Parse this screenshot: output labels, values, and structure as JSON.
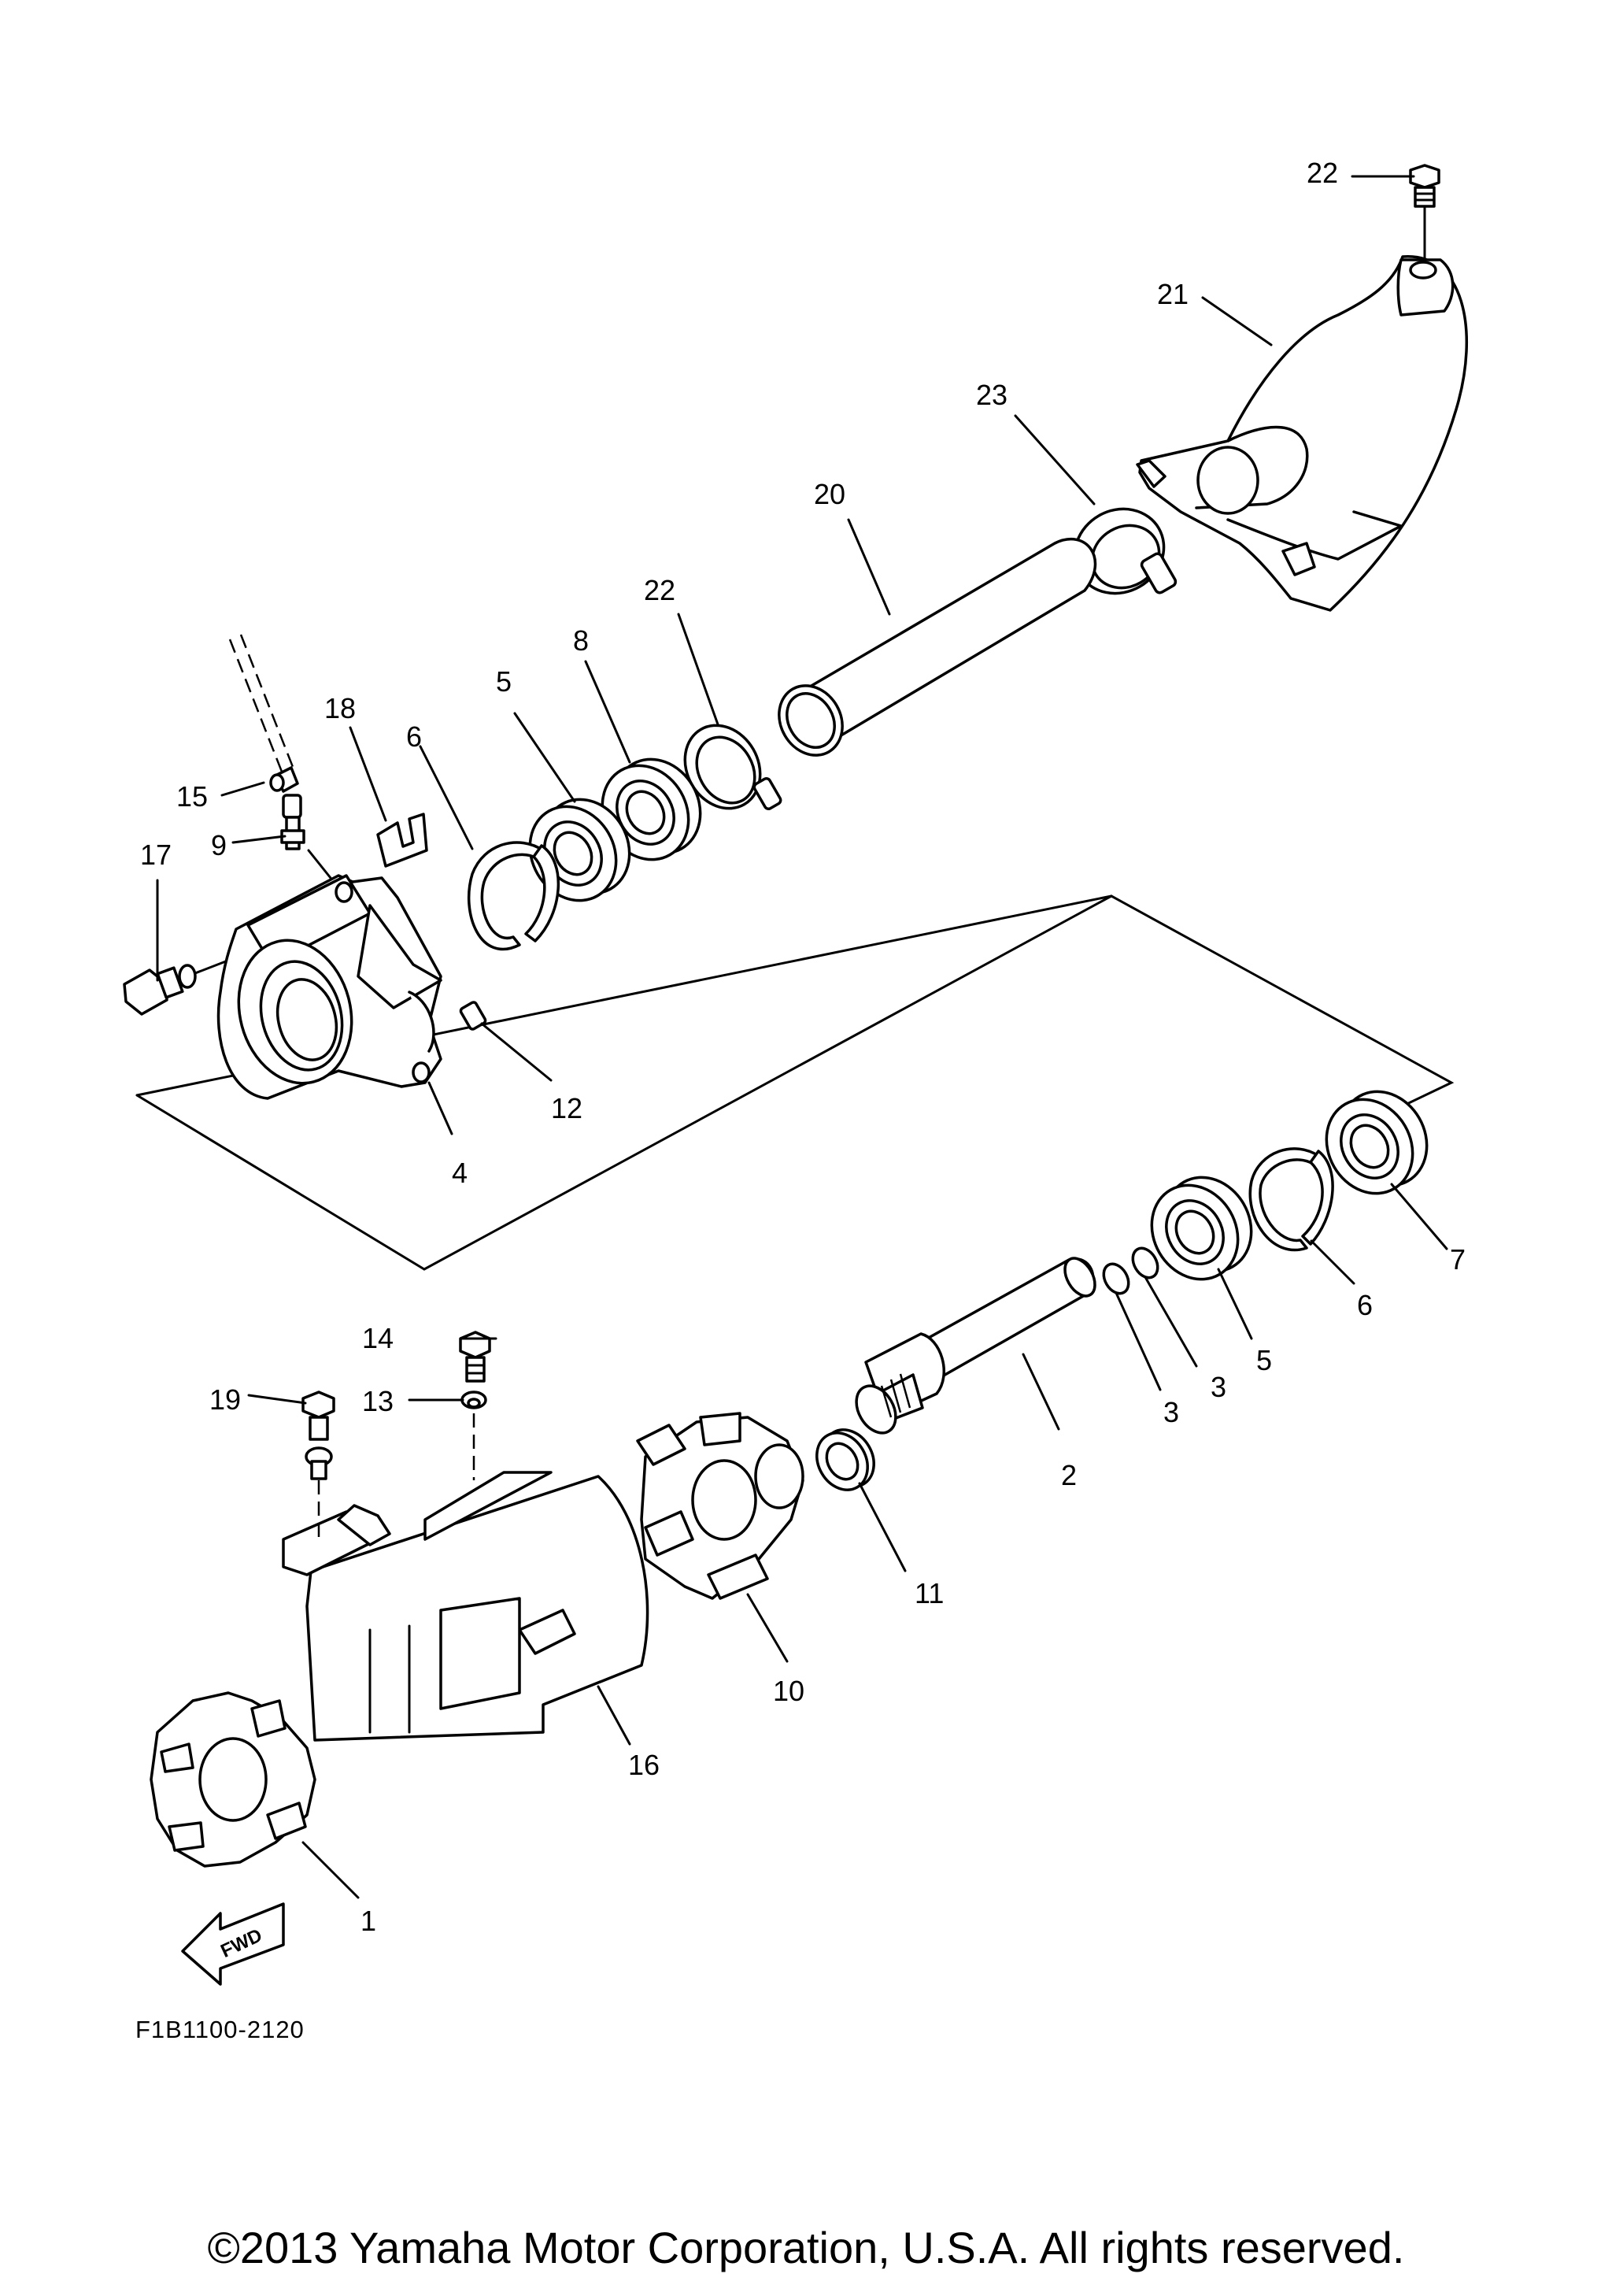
{
  "diagram_code": "F1B1100-2120",
  "fwd_label": "FWD",
  "copyright": "©2013 Yamaha Motor Corporation, U.S.A. All rights reserved.",
  "callouts": {
    "c22_top": "22",
    "c21": "21",
    "c23": "23",
    "c20": "20",
    "c22_mid": "22",
    "c8": "8",
    "c5_top": "5",
    "c6_top": "6",
    "c18": "18",
    "c15": "15",
    "c9": "9",
    "c17": "17",
    "c12": "12",
    "c4": "4",
    "c7": "7",
    "c6_bot": "6",
    "c5_bot": "5",
    "c3_a": "3",
    "c3_b": "3",
    "c2": "2",
    "c11": "11",
    "c10": "10",
    "c14": "14",
    "c13": "13",
    "c19": "19",
    "c16": "16",
    "c1": "1"
  }
}
